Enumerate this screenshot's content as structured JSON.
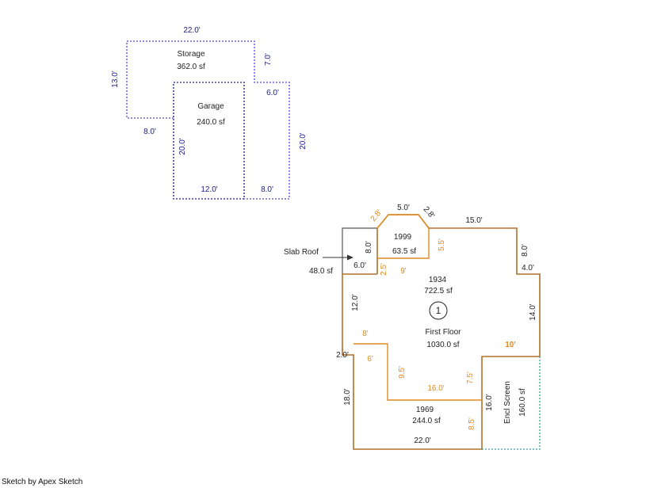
{
  "colors": {
    "outbuilding": "#4a4ad6",
    "garage": "#1a1a8c",
    "main": "#b0702a",
    "addition": "#e08a1e",
    "screen": "#3aa0a8",
    "slab": "#555555"
  },
  "storage": {
    "name": "Storage",
    "area": "362.0 sf"
  },
  "garage": {
    "name": "Garage",
    "area": "240.0 sf"
  },
  "outbuilding_dims": {
    "top": "22.0'",
    "right_upper": "7.0'",
    "left": "13.0'",
    "step": "6.0'",
    "bottom_left": "8.0'",
    "garage_side": "20.0'",
    "right": "20.0'",
    "garage_bottom": "12.0'",
    "bottom_right": "8.0'"
  },
  "slab_roof": {
    "label": "Slab Roof",
    "area": "48.0 sf",
    "width": "6.0'",
    "height": "8.0'"
  },
  "addition_1999": {
    "year": "1999",
    "area": "63.5 sf"
  },
  "bay_dims": {
    "left_diag": "2.8'",
    "top": "5.0'",
    "right_diag": "2.8'",
    "right": "5.5'",
    "left": "2.5'",
    "bottom": "9'"
  },
  "main_dims": {
    "top": "15.0'",
    "right_upper": "8.0'",
    "jog": "4.0'",
    "right_lower": "14.0'",
    "screen_top": "10'"
  },
  "core_1934": {
    "year": "1934",
    "area": "722.5 sf"
  },
  "first_floor": {
    "name": "First Floor",
    "area": "1030.0 sf",
    "floor_number": "1"
  },
  "lower_dims": {
    "left_upper": "12.0'",
    "jog": "2.0'",
    "left_lower": "18.0'",
    "bottom": "22.0'"
  },
  "addition_dims": {
    "top": "8'",
    "left": "6'",
    "inner": "9.5'",
    "bottom": "16.0'",
    "right_upper": "7.5'",
    "right_lower": "8.5'"
  },
  "addition_1969": {
    "year": "1969",
    "area": "244.0 sf"
  },
  "encl_screen": {
    "name": "Encl Screen",
    "area": "160.0 sf",
    "side": "16.0'"
  },
  "footer": "Sketch by Apex Sketch"
}
